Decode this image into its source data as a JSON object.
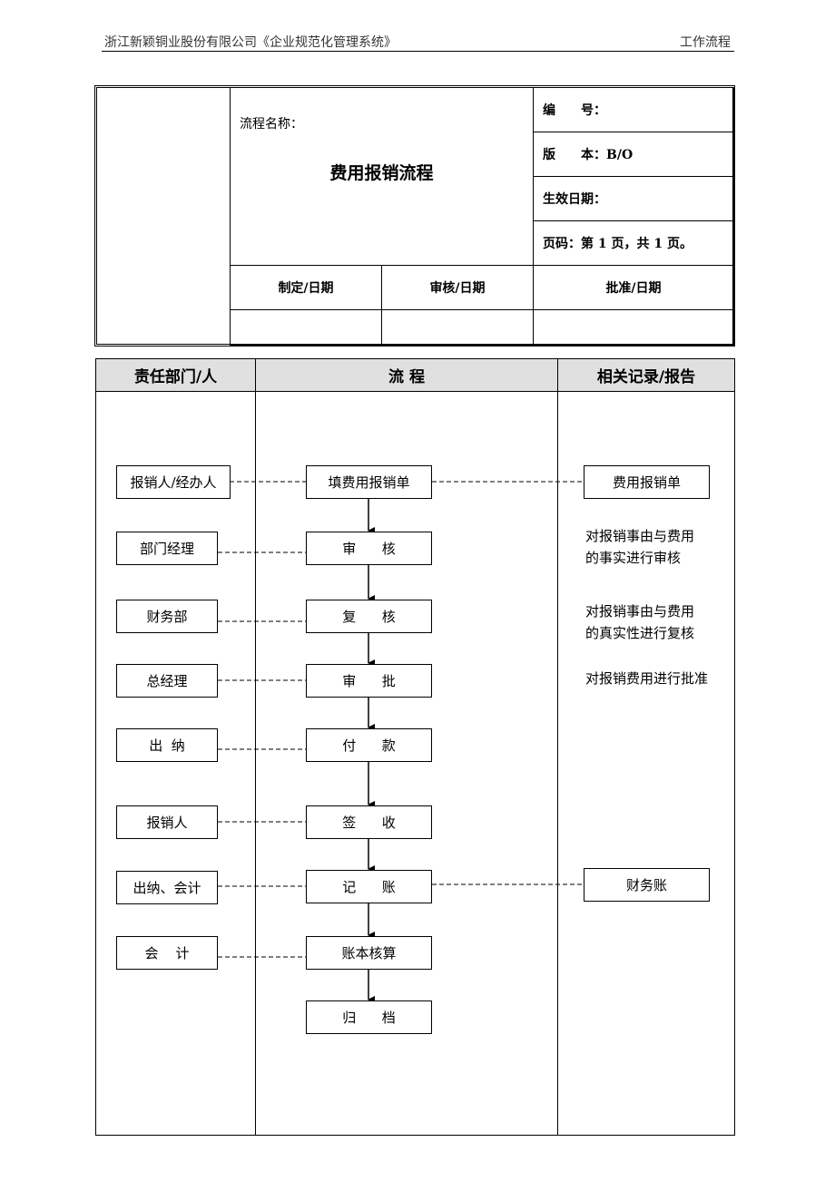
{
  "header": {
    "left": "浙江新颖铜业股份有限公司《企业规范化管理系统》",
    "right": "工作流程"
  },
  "info": {
    "name_label": "流程名称：",
    "name": "费用报销流程",
    "number_label": "编　　号：",
    "version_label": "版　　本：B/O",
    "effective_label": "生效日期：",
    "page_label": "页码：第 1 页，共 1 页。",
    "made": "制定/日期",
    "review": "审核/日期",
    "approve": "批准/日期"
  },
  "flow": {
    "headers": [
      "责任部门/人",
      "流 程",
      "相关记录/报告"
    ],
    "departments": [
      "报销人/经办人",
      "部门经理",
      "财务部",
      "总经理",
      "出  纳",
      "报销人",
      "出纳、会计",
      "会    计"
    ],
    "steps": [
      "填费用报销单",
      "审      核",
      "复      核",
      "审      批",
      "付      款",
      "签      收",
      "记      账",
      "账本核算",
      "归      档"
    ],
    "records": [
      "费用报销单",
      "财务账"
    ],
    "notes": [
      [
        "对报销事由与费用",
        "的事实进行审核"
      ],
      [
        "对报销事由与费用",
        "的真实性进行复核"
      ],
      [
        "对报销费用进行批准"
      ]
    ]
  }
}
